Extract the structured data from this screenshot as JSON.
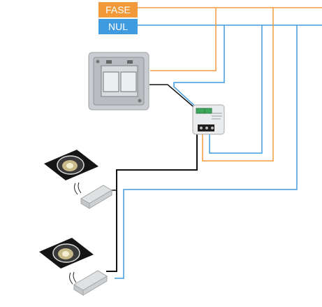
{
  "labels": {
    "phase": "FASE",
    "neutral": "NUL"
  },
  "colors": {
    "phase": "#f29a3a",
    "neutral": "#3f9be0",
    "switch_wire": "#111111",
    "background": "#ffffff"
  },
  "components": [
    {
      "name": "wall-switch",
      "type": "double rocker switch"
    },
    {
      "name": "dimmer-module",
      "type": "relay/dimmer module"
    },
    {
      "name": "downlight-1",
      "type": "square recessed spot"
    },
    {
      "name": "led-driver-1",
      "type": "led driver"
    },
    {
      "name": "downlight-2",
      "type": "square recessed spot"
    },
    {
      "name": "led-driver-2",
      "type": "led driver"
    }
  ]
}
